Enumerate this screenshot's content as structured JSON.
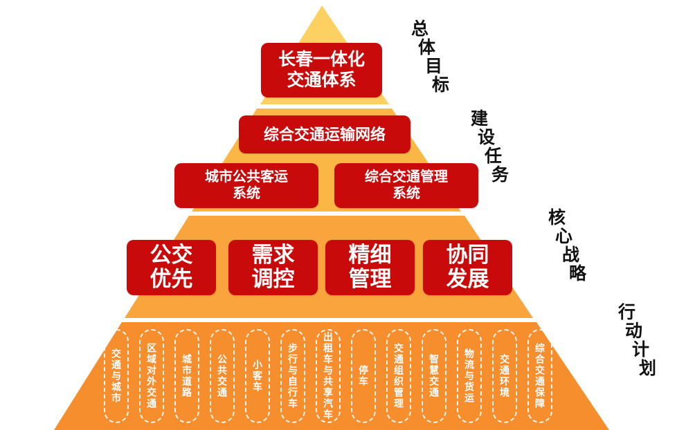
{
  "tier1": {
    "side_label": "总体目标",
    "box": {
      "line1": "长春一体化",
      "line2": "交通体系"
    }
  },
  "tier2": {
    "side_label": "建设任务",
    "network_box": "综合交通运输网络",
    "left_box": {
      "line1": "城市公共客运",
      "line2": "系统"
    },
    "right_box": {
      "line1": "综合交通管理",
      "line2": "系统"
    }
  },
  "tier3": {
    "side_label": "核心战略",
    "boxes": [
      {
        "line1": "公交",
        "line2": "优先"
      },
      {
        "line1": "需求",
        "line2": "调控"
      },
      {
        "line1": "精细",
        "line2": "管理"
      },
      {
        "line1": "协同",
        "line2": "发展"
      }
    ]
  },
  "tier4": {
    "side_label": "行动计划",
    "columns": [
      "交通与城市",
      "区域对外交通",
      "城市道路",
      "公共交通",
      "小客车",
      "步行与自行车",
      "出租车与共享汽车",
      "停车",
      "交通组织管理",
      "智慧交通",
      "物流与货运",
      "交通环境",
      "综合交通保障"
    ]
  },
  "colors": {
    "tier1": "#FCD161",
    "tier2": "#FBB746",
    "tier3": "#F9A43C",
    "tier4": "#F78E2E",
    "box_red": "#C80A0A",
    "side_label_text": "#111111"
  }
}
